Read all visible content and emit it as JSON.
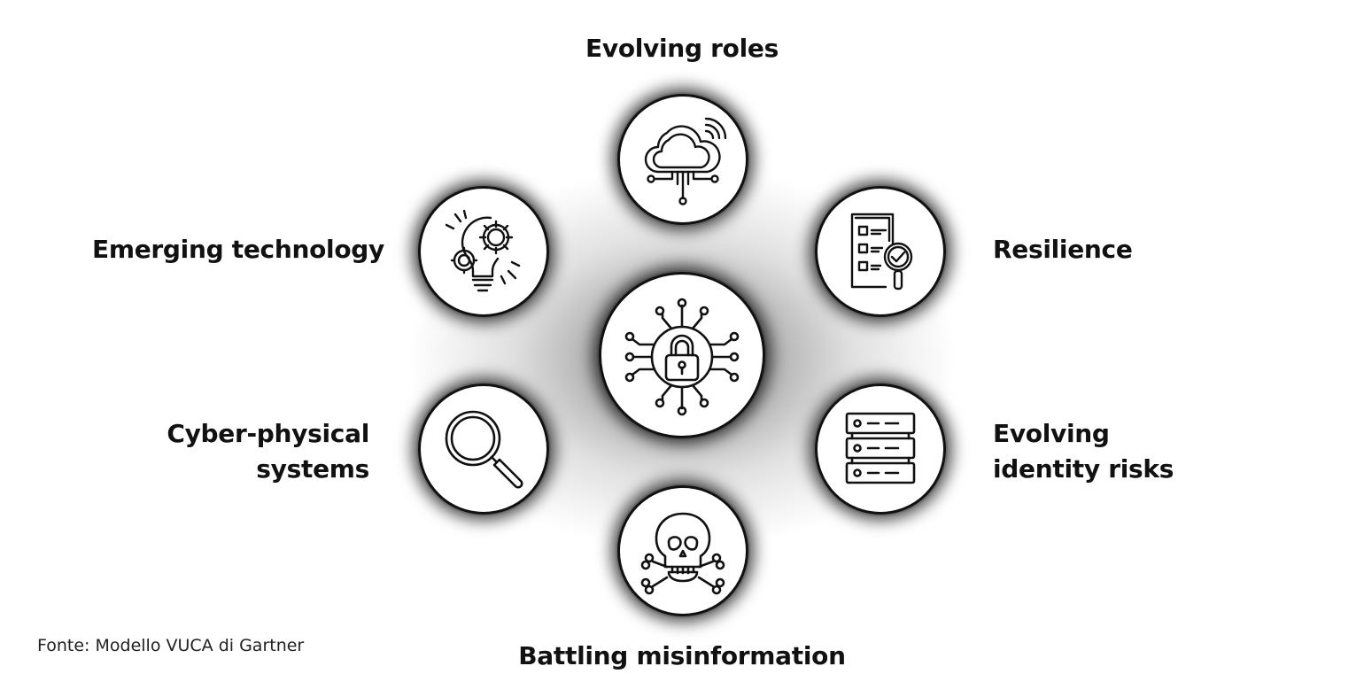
{
  "center": {
    "icon": "network-lock-icon"
  },
  "nodes": [
    {
      "id": "top",
      "label_lines": [
        "Evolving roles"
      ],
      "icon": "cloud-network-icon"
    },
    {
      "id": "upper-left",
      "label_lines": [
        "Emerging technology"
      ],
      "icon": "lightbulb-gears-icon"
    },
    {
      "id": "upper-right",
      "label_lines": [
        "Resilience"
      ],
      "icon": "checklist-magnifier-icon"
    },
    {
      "id": "lower-left",
      "label_lines": [
        "Cyber-physical",
        "systems"
      ],
      "icon": "magnifying-glass-icon"
    },
    {
      "id": "lower-right",
      "label_lines": [
        "Evolving",
        "identity risks"
      ],
      "icon": "server-rack-icon"
    },
    {
      "id": "bottom",
      "label_lines": [
        "Battling misinformation"
      ],
      "icon": "skull-crossbones-icon"
    }
  ],
  "source_text": "Fonte: Modello VUCA di Gartner",
  "colors": {
    "ink": "#111111",
    "background": "#ffffff"
  }
}
